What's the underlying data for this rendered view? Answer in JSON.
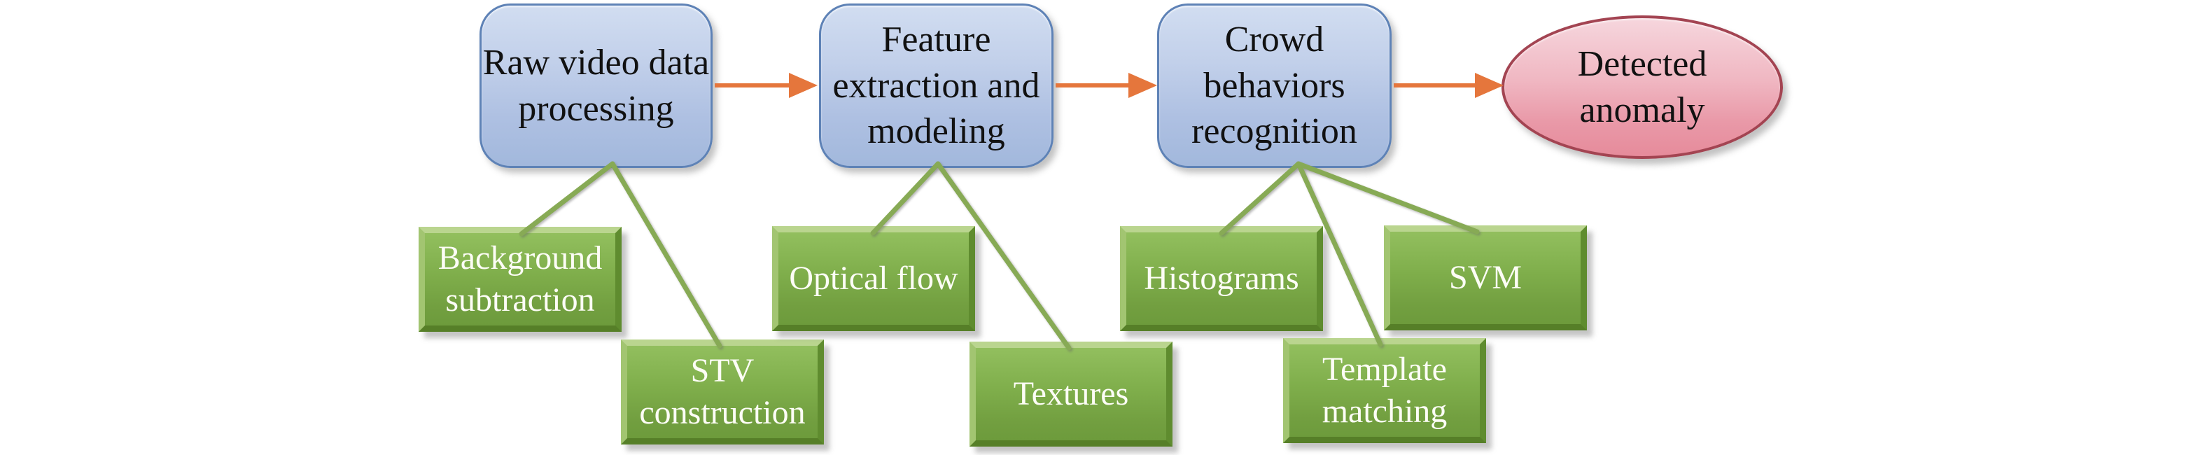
{
  "diagram": {
    "type": "flowchart",
    "stages": {
      "raw": {
        "label": "Raw video data\nprocessing"
      },
      "feature": {
        "label": "Feature\nextraction and\nmodeling"
      },
      "crowd": {
        "label": "Crowd\nbehaviors\nrecognition"
      },
      "anomaly": {
        "label": "Detected\nanomaly"
      }
    },
    "methods": {
      "background_subtraction": {
        "label": "Background\nsubtraction"
      },
      "stv_construction": {
        "label": "STV\nconstruction"
      },
      "optical_flow": {
        "label": "Optical flow"
      },
      "textures": {
        "label": "Textures"
      },
      "histograms": {
        "label": "Histograms"
      },
      "svm": {
        "label": "SVM"
      },
      "template_matching": {
        "label": "Template\nmatching"
      }
    },
    "flow_edges": [
      [
        "raw",
        "feature"
      ],
      [
        "feature",
        "crowd"
      ],
      [
        "crowd",
        "anomaly"
      ]
    ],
    "method_edges": [
      [
        "raw",
        "background_subtraction"
      ],
      [
        "raw",
        "stv_construction"
      ],
      [
        "feature",
        "optical_flow"
      ],
      [
        "feature",
        "textures"
      ],
      [
        "crowd",
        "histograms"
      ],
      [
        "crowd",
        "template_matching"
      ],
      [
        "crowd",
        "svm"
      ]
    ],
    "colors": {
      "stage_fill_top": "#d1ddf1",
      "stage_fill_bottom": "#a2b8dc",
      "stage_border": "#5e82b6",
      "method_fill": "#7fae4b",
      "method_bevel_light": "#bad58f",
      "method_bevel_dark": "#567f28",
      "result_fill_top": "#f6d6dd",
      "result_fill_bottom": "#e68b9b",
      "result_border": "#a34452",
      "arrow": "#e5763c",
      "connector": "#87aa55",
      "stage_text": "#111111",
      "method_text": "#fdfdf6"
    }
  }
}
